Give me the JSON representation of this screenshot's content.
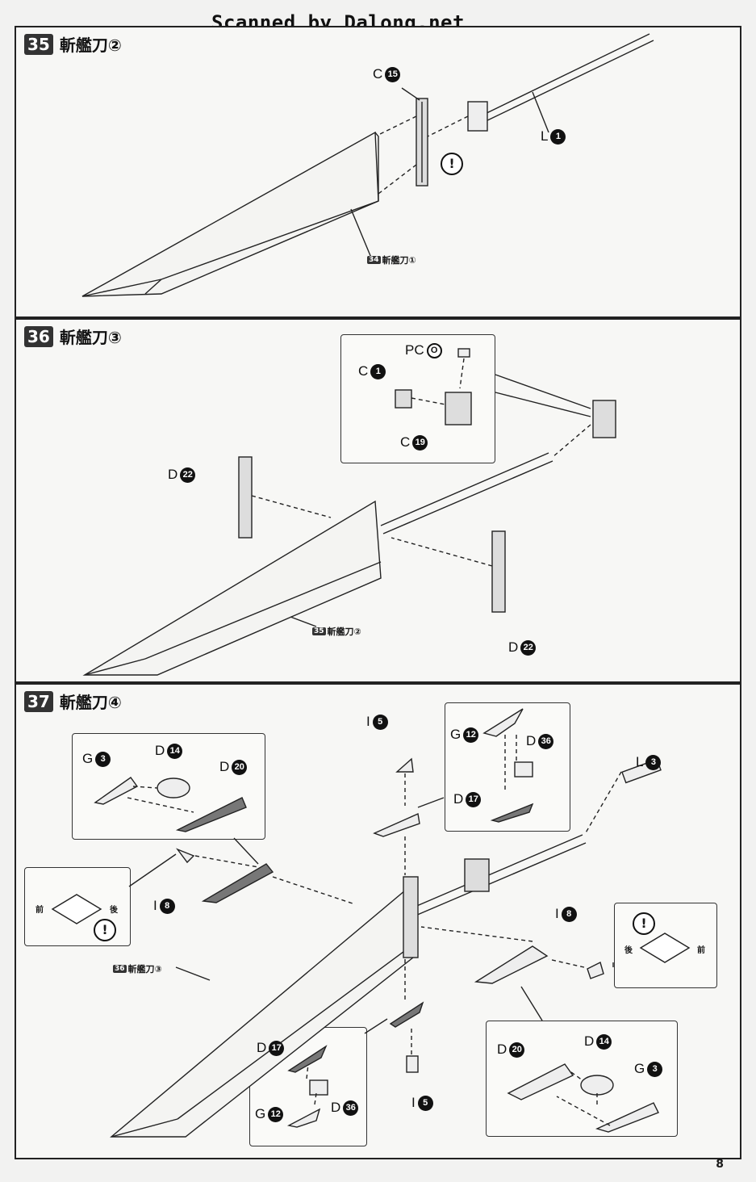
{
  "watermark": "Scanned by Dalong.net",
  "steps": [
    {
      "num": "35",
      "title": "斬艦刀②"
    },
    {
      "num": "36",
      "title": "斬艦刀③"
    },
    {
      "num": "37",
      "title": "斬艦刀④"
    }
  ],
  "s35": {
    "c": "C",
    "c_n": "15",
    "l": "L",
    "l_n": "1",
    "ref_n": "34",
    "ref_t": "斬艦刀①",
    "warn": "!"
  },
  "s36": {
    "pc": "PC",
    "pc_n": "O",
    "c1": "C",
    "c1_n": "1",
    "c2": "C",
    "c2_n": "19",
    "d1": "D",
    "d1_n": "22",
    "d2": "D",
    "d2_n": "22",
    "ref_n": "35",
    "ref_t": "斬艦刀②"
  },
  "s37": {
    "g3": "G",
    "g3_n": "3",
    "d14": "D",
    "d14_n": "14",
    "d20": "D",
    "d20_n": "20",
    "i8a": "I",
    "i8a_n": "8",
    "front": "前",
    "back": "後",
    "warn": "!",
    "i5a": "I",
    "i5a_n": "5",
    "g12": "G",
    "g12_n": "12",
    "d36": "D",
    "d36_n": "36",
    "d17": "D",
    "d17_n": "17",
    "l3": "L",
    "l3_n": "3",
    "i8b": "I",
    "i8b_n": "8",
    "back2": "後",
    "front2": "前",
    "ref_n": "36",
    "ref_t": "斬艦刀③",
    "d17b": "D",
    "d17b_n": "17",
    "g12b": "G",
    "g12b_n": "12",
    "d36b": "D",
    "d36b_n": "36",
    "i5b": "I",
    "i5b_n": "5",
    "d20b": "D",
    "d20b_n": "20",
    "d14b": "D",
    "d14b_n": "14",
    "g3b": "G",
    "g3b_n": "3"
  },
  "page_number": "8"
}
